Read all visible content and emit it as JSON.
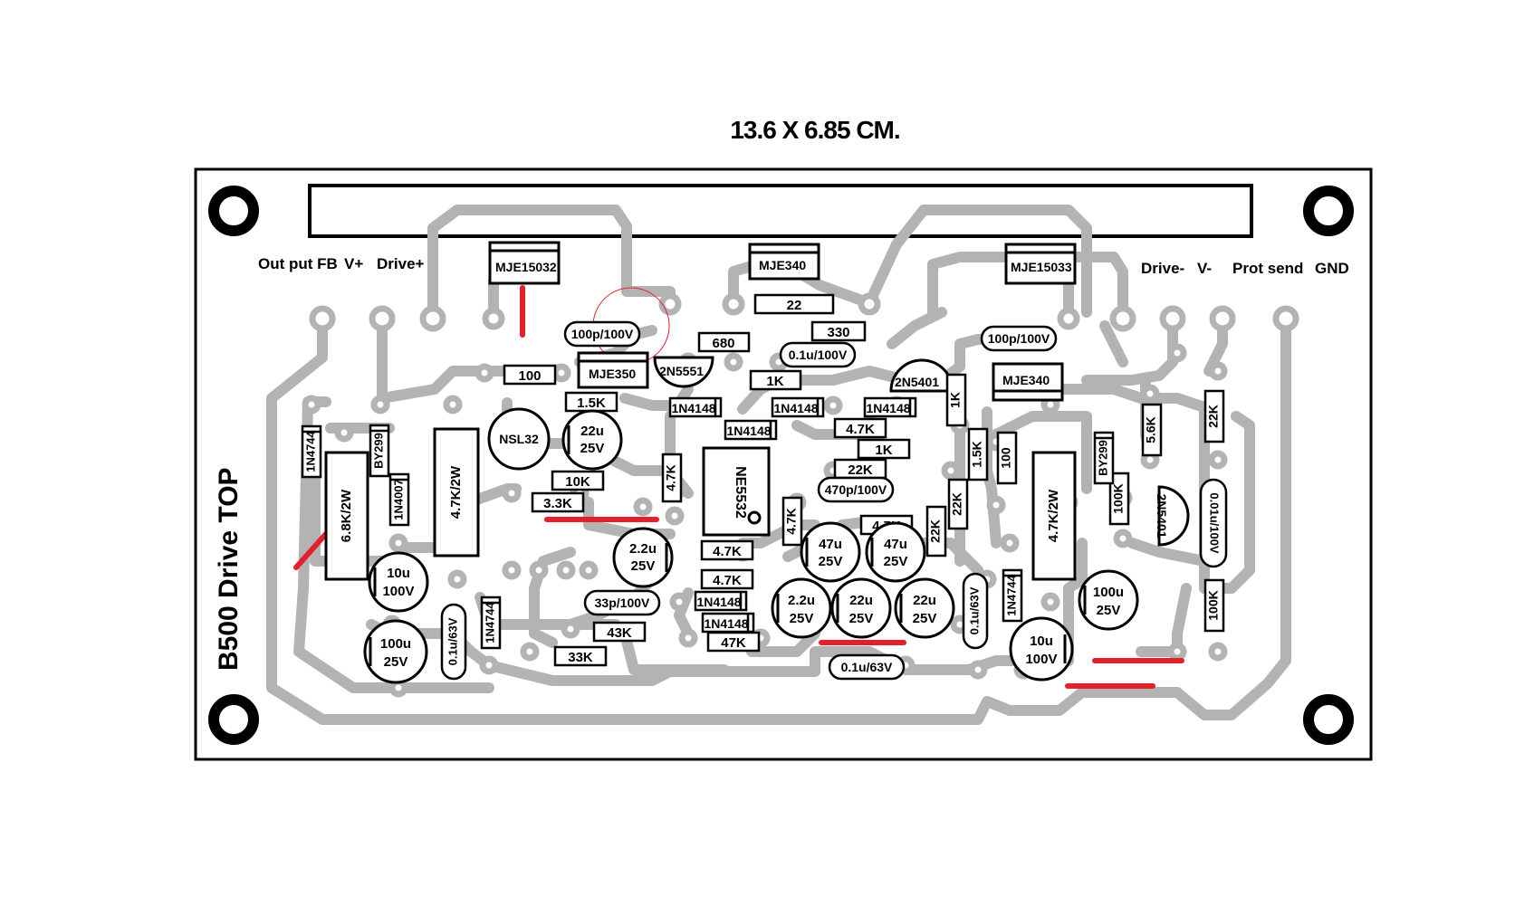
{
  "title": "13.6 X 6.85 CM.",
  "board_label": "B500 Drive TOP",
  "colors": {
    "trace": "#b3b3b3",
    "jumper": "#e4202a",
    "outline": "#000000",
    "marker": "#e4202a"
  },
  "connectors": [
    "Out put FB",
    "V+",
    "Drive+",
    "Drive-",
    "V-",
    "Prot send",
    "GND"
  ],
  "transistors": [
    "MJE15032",
    "MJE340",
    "MJE15033",
    "MJE350",
    "MJE340",
    "2N5551",
    "2N5401",
    "2N5401",
    "NSL32"
  ],
  "ic": "NE5532",
  "diodes": [
    "1N4148",
    "1N4148",
    "1N4148",
    "1N4148",
    "1N4148",
    "1N4148",
    "1N4744",
    "1N4744",
    "1N4744",
    "BY299",
    "BY299",
    "1N4007"
  ],
  "resistors": [
    "22",
    "330",
    "680",
    "100",
    "1K",
    "1.5K",
    "10K",
    "3.3K",
    "4.7K",
    "4.7K",
    "1K",
    "22K",
    "4.7K",
    "4.7K",
    "4.7K",
    "4.7K",
    "43K",
    "33K",
    "47K",
    "22K",
    "22K",
    "1.5K",
    "1K",
    "100",
    "5.6K",
    "22K",
    "100K",
    "100K",
    "6.8K/2W",
    "4.7K/2W",
    "4.7K/2W"
  ],
  "film_caps": [
    "100p/100V",
    "0.1u/100V",
    "100p/100V",
    "470p/100V",
    "33p/100V",
    "0.1u/63V",
    "0.1u/63V",
    "0.1u/63V",
    "0.01u/100V"
  ],
  "electrolytic_caps": [
    {
      "v": "22u",
      "r": "25V"
    },
    {
      "v": "2.2u",
      "r": "25V"
    },
    {
      "v": "47u",
      "r": "25V"
    },
    {
      "v": "47u",
      "r": "25V"
    },
    {
      "v": "2.2u",
      "r": "25V"
    },
    {
      "v": "22u",
      "r": "25V"
    },
    {
      "v": "22u",
      "r": "25V"
    },
    {
      "v": "10u",
      "r": "100V"
    },
    {
      "v": "100u",
      "r": "25V"
    },
    {
      "v": "100u",
      "r": "25V"
    },
    {
      "v": "10u",
      "r": "100V"
    }
  ]
}
